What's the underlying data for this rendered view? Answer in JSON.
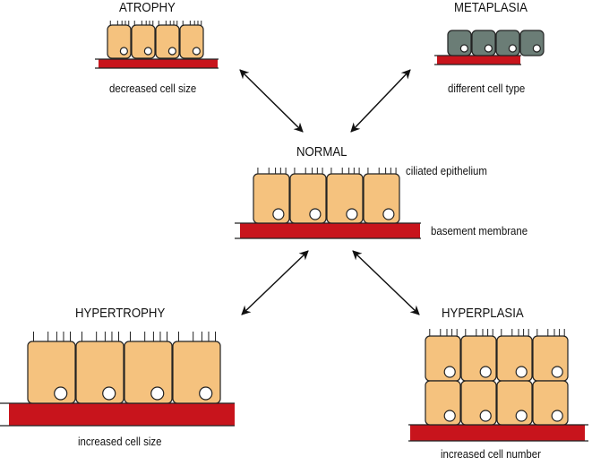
{
  "colors": {
    "cell_fill": "#f5c27e",
    "metaplasia_fill": "#6b7d76",
    "membrane": "#c8141c",
    "stroke": "#222222",
    "nucleus": "#ffffff"
  },
  "panels": {
    "atrophy": {
      "title": "ATROPHY",
      "caption": "decreased cell size"
    },
    "metaplasia": {
      "title": "METAPLASIA",
      "caption": "different cell type"
    },
    "normal": {
      "title": "NORMAL",
      "label_cilia": "ciliated epithelium",
      "label_membrane": "basement membrane"
    },
    "hypertrophy": {
      "title": "HYPERTROPHY",
      "caption": "increased cell size"
    },
    "hyperplasia": {
      "title": "HYPERPLASIA",
      "caption": "increased cell number"
    }
  }
}
